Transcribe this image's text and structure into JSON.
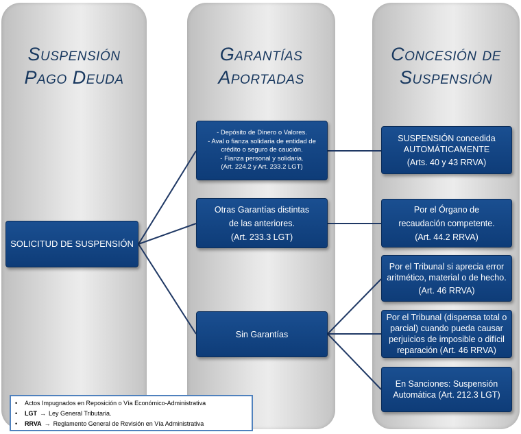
{
  "columns": [
    {
      "title_line1": "Suspensión",
      "title_line2": "Pago Deuda"
    },
    {
      "title_line1": "Garantías",
      "title_line2": "Aportadas"
    },
    {
      "title_line1": "Concesión de",
      "title_line2": "Suspensión"
    }
  ],
  "root": {
    "label": "SOLICITUD DE SUSPENSIÓN"
  },
  "guarantees": {
    "g1": {
      "lines": [
        "- Depósito de Dinero o Valores.",
        "- Aval o fianza solidaria de entidad de",
        "crédito o seguro de caución.",
        "- Fianza personal y solidaria.",
        "(Art. 224.2 y Art. 233.2 LGT)"
      ]
    },
    "g2": {
      "lines": [
        "Otras Garantías distintas",
        "de las anteriores.",
        "(Art. 233.3 LGT)"
      ]
    },
    "g3": {
      "lines": [
        "Sin Garantías"
      ]
    }
  },
  "outcomes": {
    "o1": {
      "lines": [
        "SUSPENSIÓN concedida",
        "AUTOMÁTICAMENTE",
        "(Arts. 40 y 43 RRVA)"
      ]
    },
    "o2": {
      "lines": [
        "Por el Órgano de",
        "recaudación competente.",
        "(Art. 44.2 RRVA)"
      ]
    },
    "o3": {
      "lines": [
        "Por el Tribunal si aprecia error",
        "aritmético, material o de hecho.",
        "(Art. 46 RRVA)"
      ]
    },
    "o4": {
      "lines": [
        "Por el Tribunal (dispensa total o",
        "parcial) cuando pueda causar",
        "perjuicios de imposible o difícil",
        "reparación (Art. 46 RRVA)"
      ]
    },
    "o5": {
      "lines": [
        "En Sanciones: Suspensión",
        "Automática (Art. 212.3 LGT)"
      ]
    }
  },
  "legend": {
    "item1": "Actos Impugnados en Reposición o Vía Económico-Administrativa",
    "item2_key": "LGT",
    "item2_text": "Ley General Tributaria.",
    "item3_key": "RRVA",
    "item3_text": "Reglamento General de Revisión en Vía Administrativa",
    "bullet": "•",
    "arrow": "→"
  },
  "colors": {
    "box": "#123f7a",
    "title": "#17375e",
    "connector": "#1f3864",
    "legend_border": "#4f81bd"
  }
}
